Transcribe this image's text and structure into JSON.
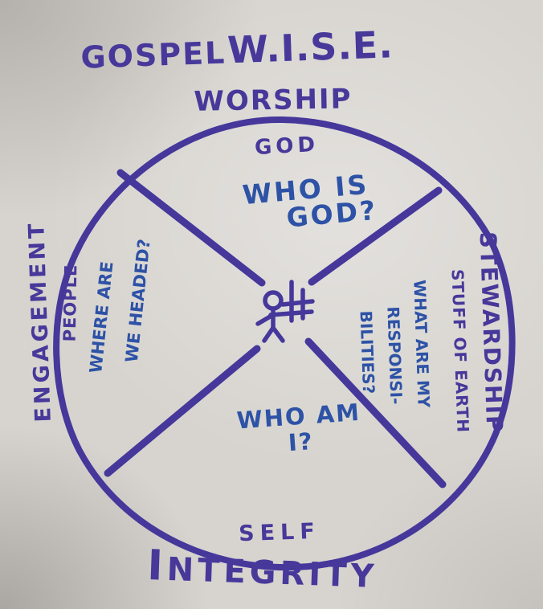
{
  "title": {
    "part1": "GOSPEL",
    "part2": "W.I.S.E."
  },
  "outer_labels": {
    "top": "WORSHIP",
    "right": "STEWARDSHIP",
    "bottom": "INTEGRITY",
    "left": "ENGAGEMENT"
  },
  "quadrants": {
    "god": {
      "label": "GOD",
      "question_line1": "WHO IS",
      "question_line2": "GOD?"
    },
    "people": {
      "label": "PEOPLE",
      "question_line1": "WHERE ARE",
      "question_line2": "WE HEADED?"
    },
    "stuff_of_earth": {
      "label": "STUFF OF EARTH",
      "question_line1": "WHAT ARE MY",
      "question_line2": "RESPONSI-",
      "question_line3": "BILITIES?"
    },
    "self": {
      "label": "SELF",
      "question_line1": "WHO AM",
      "question_line2": "I?"
    }
  },
  "center_icon": "stick-figure-with-cross",
  "colors": {
    "marker_purple": "#47389a",
    "marker_blue": "#2d52a6",
    "paper": "#d7d4cf"
  }
}
